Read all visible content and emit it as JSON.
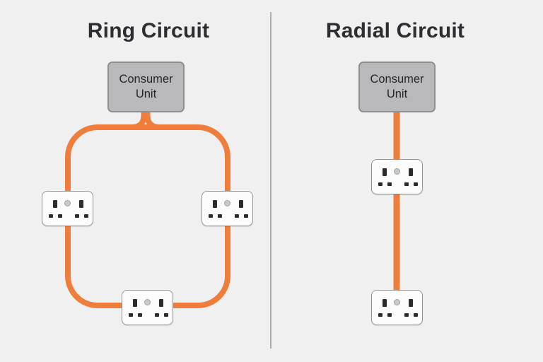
{
  "diagram": {
    "background_color": "#f0f0f1",
    "wire_color": "#EF7E3C",
    "divider_color": "#aeaeb0",
    "consumer_unit_fill": "#b9b9bb",
    "panels": {
      "ring": {
        "title": "Ring Circuit",
        "consumer_unit_label": "Consumer Unit",
        "socket_count": 3
      },
      "radial": {
        "title": "Radial Circuit",
        "consumer_unit_label": "Consumer Unit",
        "socket_count": 2
      }
    }
  }
}
